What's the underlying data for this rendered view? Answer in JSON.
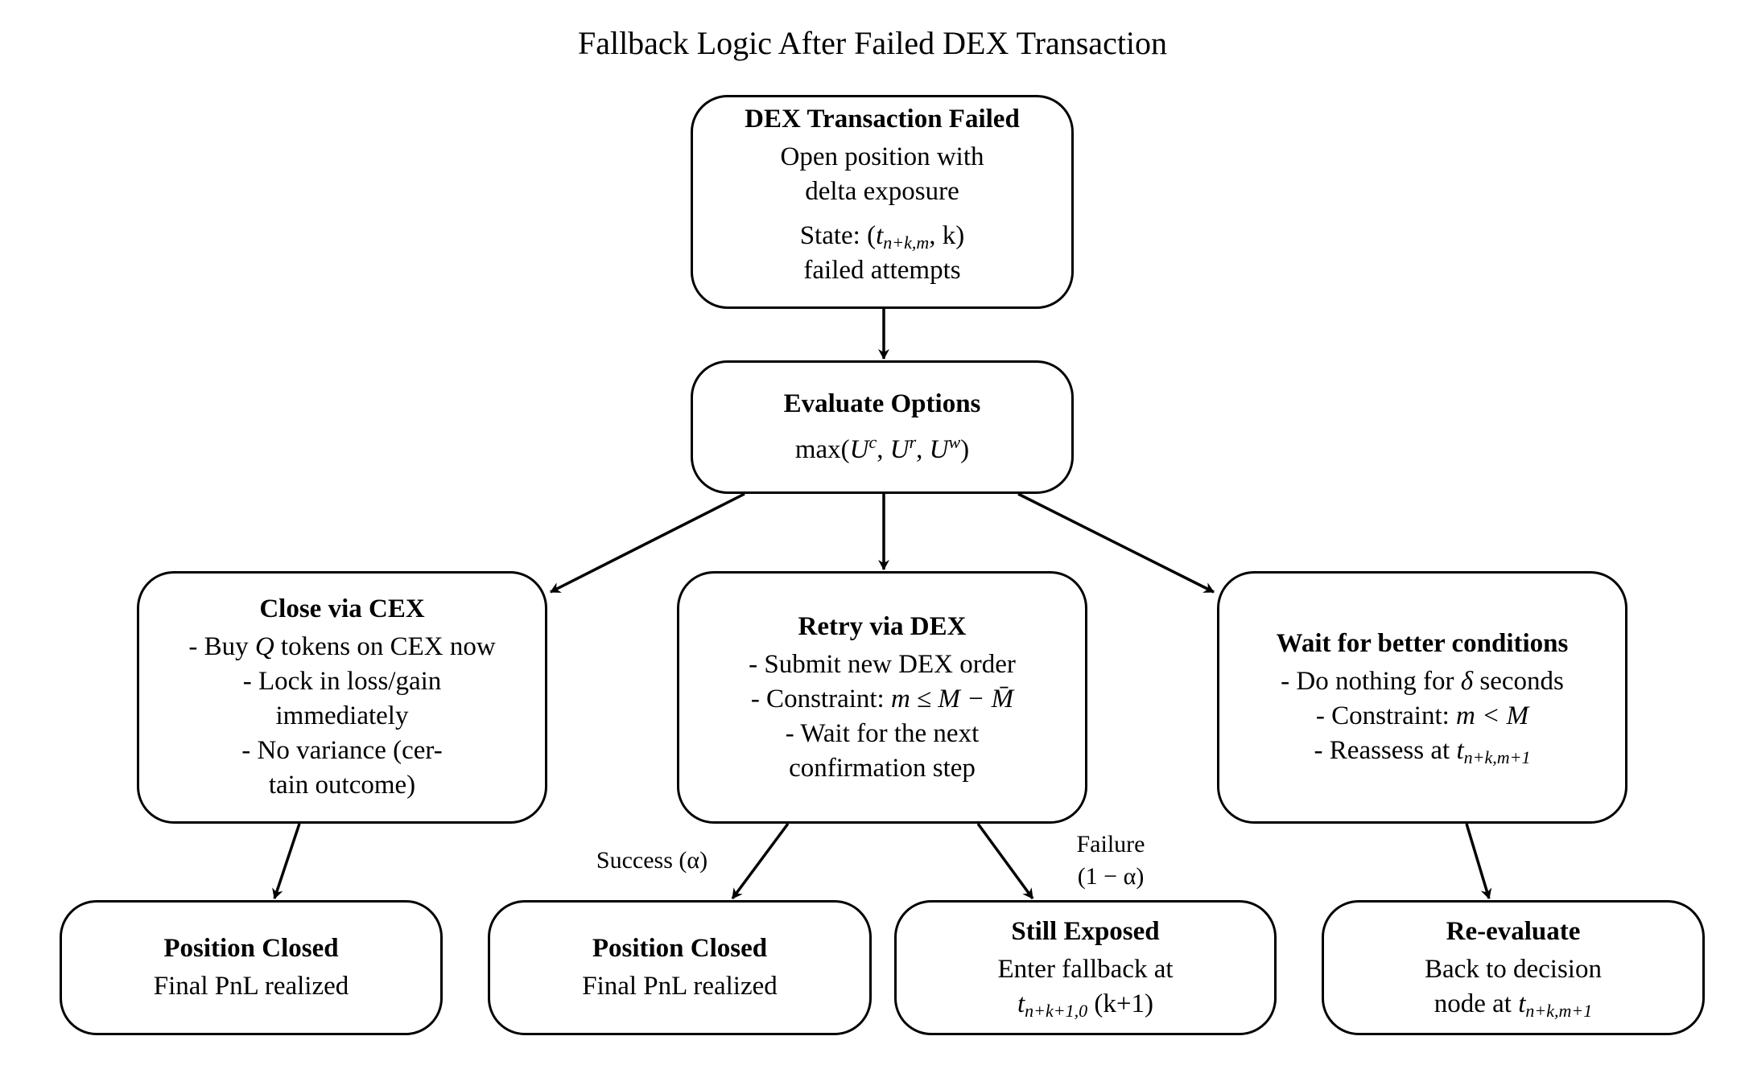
{
  "title": "Fallback Logic After Failed DEX Transaction",
  "nodes": {
    "failed": {
      "heading": "DEX Transaction Failed",
      "lines": [
        "Open position with",
        "delta exposure"
      ],
      "state_line": "State: (t_{n+k,m}, k)",
      "state_prefix": "State: (",
      "state_var": "t",
      "state_sub": "n+k,m",
      "state_suffix": ", k)",
      "last_line": "failed attempts"
    },
    "evaluate": {
      "heading": "Evaluate Options",
      "formula": "max(U^c, U^r, U^w)",
      "formula_prefix": "max(",
      "u1": "U",
      "u1_sup": "c",
      "u2": "U",
      "u2_sup": "r",
      "u3": "U",
      "u3_sup": "w",
      "formula_suffix": ")"
    },
    "close_cex": {
      "heading": "Close via CEX",
      "line1_pre": "- Buy ",
      "line1_var": "Q",
      "line1_post": " tokens on CEX now",
      "line2": "- Lock in loss/gain",
      "line3": "immediately",
      "line4": "- No variance (cer-",
      "line5": "tain outcome)"
    },
    "retry_dex": {
      "heading": "Retry via DEX",
      "line1": "- Submit new DEX order",
      "line2_pre": "- Constraint: ",
      "line2_math": "m ≤ M − M̄",
      "line3": "- Wait for the next",
      "line4": "confirmation step"
    },
    "wait": {
      "heading": "Wait for better conditions",
      "line1_pre": "- Do nothing for ",
      "line1_var": "δ",
      "line1_post": " seconds",
      "line2_pre": "- Constraint: ",
      "line2_math": "m < M",
      "line3_pre": "- Reassess at ",
      "line3_var": "t",
      "line3_sub": "n+k,m+1"
    },
    "closed_cex": {
      "heading": "Position Closed",
      "line1": "Final PnL realized"
    },
    "closed_dex": {
      "heading": "Position Closed",
      "line1": "Final PnL realized"
    },
    "still_exposed": {
      "heading": "Still Exposed",
      "line1": "Enter fallback at",
      "line2_var": "t",
      "line2_sub": "n+k+1,0",
      "line2_post": " (k+1)"
    },
    "reevaluate": {
      "heading": "Re-evaluate",
      "line1": "Back to decision",
      "line2_pre": "node at ",
      "line2_var": "t",
      "line2_sub": "n+k,m+1"
    }
  },
  "edge_labels": {
    "success": "Success (α)",
    "failure_line1": "Failure",
    "failure_line2": "(1 − α)"
  },
  "edges": [
    {
      "from": "failed",
      "to": "evaluate"
    },
    {
      "from": "evaluate",
      "to": "close_cex"
    },
    {
      "from": "evaluate",
      "to": "retry_dex"
    },
    {
      "from": "evaluate",
      "to": "wait"
    },
    {
      "from": "close_cex",
      "to": "closed_cex"
    },
    {
      "from": "retry_dex",
      "to": "closed_dex",
      "label": "success"
    },
    {
      "from": "retry_dex",
      "to": "still_exposed",
      "label": "failure"
    },
    {
      "from": "wait",
      "to": "reevaluate"
    }
  ]
}
